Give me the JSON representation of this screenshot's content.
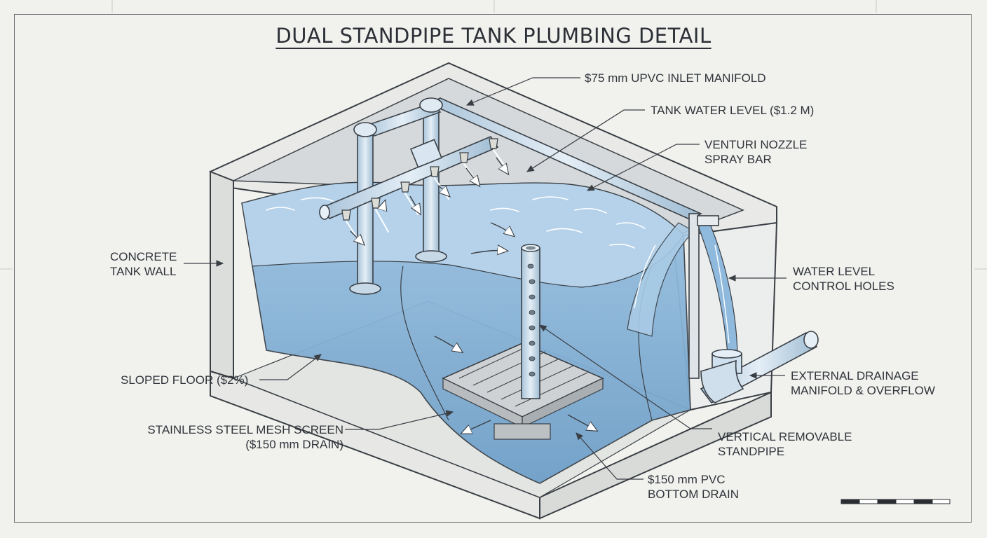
{
  "title": "DUAL STANDPIPE TANK PLUMBING DETAIL",
  "labels": {
    "inlet_manifold": "$75 mm UPVC INLET MANIFOLD",
    "water_level": "TANK WATER LEVEL ($1.2 M)",
    "venturi_1": "VENTURI NOZZLE",
    "venturi_2": "SPRAY BAR",
    "concrete_1": "CONCRETE",
    "concrete_2": "TANK WALL",
    "control_holes_1": "WATER LEVEL",
    "control_holes_2": "CONTROL HOLES",
    "sloped_floor": "SLOPED FLOOR ($2%)",
    "external_1": "EXTERNAL DRAINAGE",
    "external_2": "MANIFOLD & OVERFLOW",
    "mesh_1": "STAINLESS STEEL MESH SCREEN",
    "mesh_2": "($150 mm DRAIN)",
    "standpipe_1": "VERTICAL REMOVABLE",
    "standpipe_2": "STANDPIPE",
    "bottom_drain_1": "$150 mm PVC",
    "bottom_drain_2": "BOTTOM DRAIN"
  },
  "colors": {
    "water": "#8fb9dc",
    "water_dark": "#6f9fc8",
    "concrete": "#e6e7e5",
    "pipe": "#c9dcec",
    "line": "#3a3f45"
  }
}
